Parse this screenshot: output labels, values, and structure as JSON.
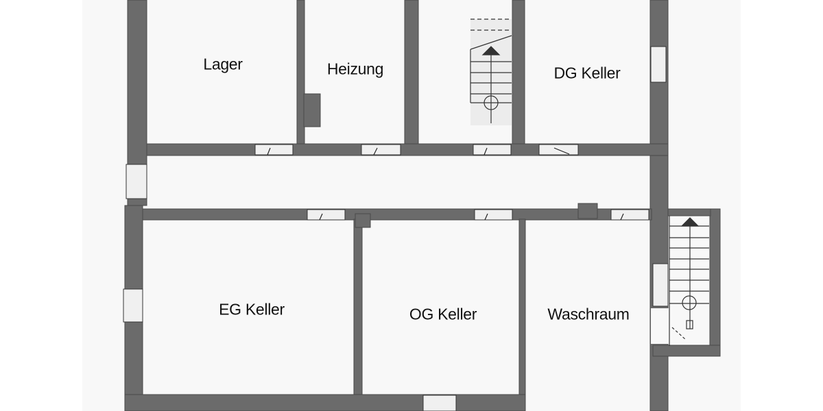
{
  "rooms": [
    {
      "id": "lager",
      "label": "Lager"
    },
    {
      "id": "heizung",
      "label": "Heizung"
    },
    {
      "id": "dg-keller",
      "label": "DG Keller"
    },
    {
      "id": "eg-keller",
      "label": "EG Keller"
    },
    {
      "id": "og-keller",
      "label": "OG Keller"
    },
    {
      "id": "waschraum",
      "label": "Waschraum"
    }
  ],
  "colors": {
    "wall": "#6b6b6b",
    "floor": "#f8f8f8",
    "background": "#ffffff",
    "opening": "#eeeeee",
    "line": "#222222"
  }
}
